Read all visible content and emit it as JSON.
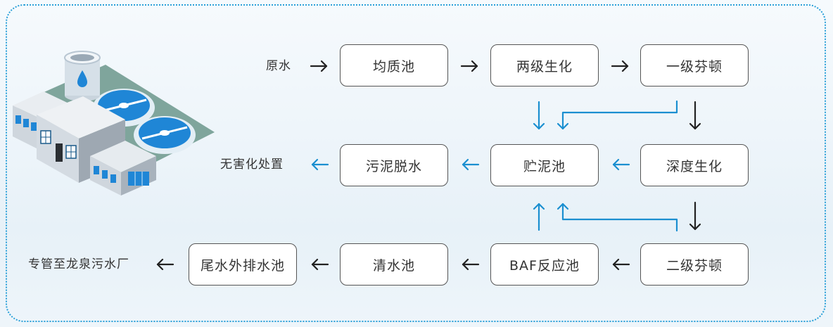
{
  "nodes": {
    "raw_water": "原水",
    "equalization_tank": "均质池",
    "two_stage_bio": "两级生化",
    "primary_fenton": "一级芬顿",
    "sludge_dewatering": "污泥脱水",
    "sludge_tank": "贮泥池",
    "advanced_bio": "深度生化",
    "harmless_disposal": "无害化处置",
    "tail_water_tank": "尾水外排水池",
    "clear_water_tank": "清水池",
    "baf_tank": "BAF反应池",
    "secondary_fenton": "二级芬顿",
    "discharge": "专管至龙泉污水厂"
  },
  "colors": {
    "frame_border": "#2aa0d8",
    "water_arrow": "#222222",
    "sludge_arrow": "#1b8fd0"
  },
  "icons": {
    "plant": "wastewater-treatment-plant-icon"
  }
}
